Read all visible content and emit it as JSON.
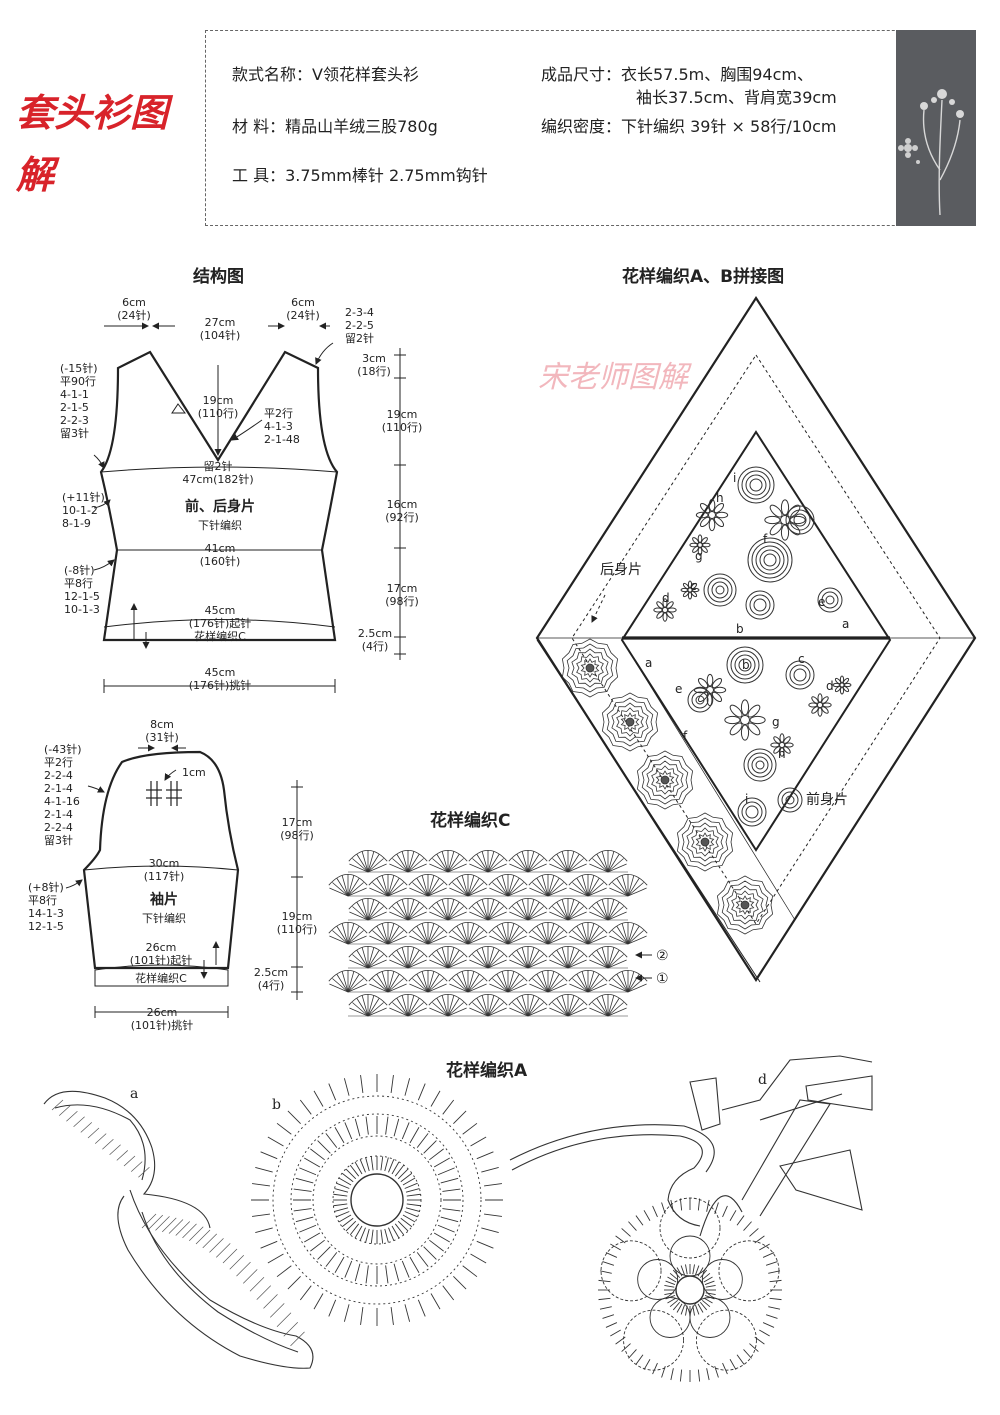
{
  "title": "套头衫图解",
  "info": {
    "style_name": "款式名称：V领花样套头衫",
    "size_line1": "成品尺寸：衣长57.5m、胸围94cm、",
    "size_line2": "袖长37.5cm、背肩宽39cm",
    "material": "材      料：精品山羊绒三股780g",
    "gauge": "编织密度：下针编织 39针 × 58行/10cm",
    "tools": "工      具：3.75mm棒针  2.75mm钩针"
  },
  "body_diagram": {
    "title": "结构图",
    "top_left_width": [
      "6cm",
      "(24针)"
    ],
    "top_mid_width": [
      "27cm",
      "(104针)"
    ],
    "top_right_width": [
      "6cm",
      "(24针)"
    ],
    "shoulder_steps": [
      "2-3-4",
      "2-2-5",
      "留2针"
    ],
    "armhole_left": [
      "(-15针)",
      "平90行",
      "4-1-1",
      "2-1-5",
      "2-2-3",
      "留3针"
    ],
    "neck_depth": [
      "19cm",
      "(110行)"
    ],
    "neck_steps": [
      "平2行",
      "4-1-3",
      "2-1-48"
    ],
    "center_stitch": "留2针",
    "chest_width": "47cm(182针)",
    "piece_name": "前、后身片",
    "piece_stitch": "下针编织",
    "waist_width": [
      "41cm",
      "(160针)"
    ],
    "upper_side": [
      "(+11针)",
      "10-1-2",
      "8-1-9"
    ],
    "lower_side": [
      "(-8针)",
      "平8行",
      "12-1-5",
      "10-1-3"
    ],
    "hem_width": [
      "45cm",
      "(176针)起针"
    ],
    "hem_pattern": "花样编织C",
    "pickup_width": [
      "45cm",
      "(176针)挑针"
    ],
    "right_dims": [
      [
        "3cm",
        "(18行)"
      ],
      [
        "19cm",
        "(110行)"
      ],
      [
        "16cm",
        "(92行)"
      ],
      [
        "17cm",
        "(98行)"
      ],
      [
        "2.5cm",
        "(4行)"
      ]
    ]
  },
  "sleeve_diagram": {
    "top_width": [
      "8cm",
      "(31针)"
    ],
    "top_gap": "1cm",
    "cap_left": [
      "(-43针)",
      "平2行",
      "2-2-4",
      "2-1-4",
      "4-1-16",
      "2-1-4",
      "2-2-4",
      "留3针"
    ],
    "width": [
      "30cm",
      "(117针)"
    ],
    "piece_name": "袖片",
    "piece_stitch": "下针编织",
    "side": [
      "(+8针)",
      "平8行",
      "14-1-3",
      "12-1-5"
    ],
    "cuff_width": [
      "26cm",
      "(101针)起针"
    ],
    "cuff_pattern": "花样编织C",
    "pickup_width": [
      "26cm",
      "(101针)挑针"
    ],
    "right_dims": [
      [
        "17cm",
        "(98行)"
      ],
      [
        "19cm",
        "(110行)"
      ],
      [
        "2.5cm",
        "(4行)"
      ]
    ]
  },
  "pattern_c": {
    "title": "花样编织C",
    "row_markers": [
      "②",
      "①"
    ]
  },
  "assembly": {
    "title": "花样编织A、B拼接图",
    "watermark": "宋老师图解",
    "back_label": "后身片",
    "front_label": "前身片",
    "motif_letters_top": [
      "i",
      "h",
      "f",
      "g",
      "c",
      "d",
      "e",
      "b",
      "a"
    ],
    "motif_letters_bottom": [
      "a",
      "b",
      "c",
      "d",
      "e",
      "f",
      "g",
      "h",
      "i"
    ]
  },
  "pattern_a": {
    "title": "花样编织A",
    "letters": [
      "a",
      "b",
      "d"
    ]
  },
  "colors": {
    "title_red": "#d8232a",
    "panel_gray": "#5a5c60",
    "watermark_pink": "#f2b7bd"
  }
}
